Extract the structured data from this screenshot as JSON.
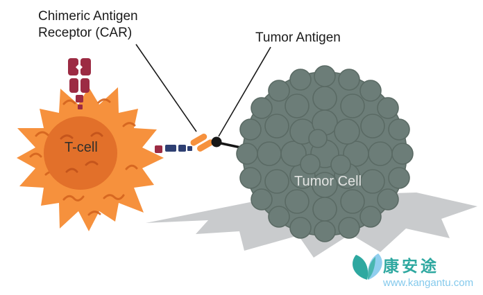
{
  "diagram": {
    "labels": {
      "car_line1": "Chimeric Antigen",
      "car_line2": "Receptor (CAR)",
      "tumor_antigen": "Tumor Antigen",
      "t_cell": "T-cell",
      "tumor_cell": "Tumor Cell"
    },
    "watermark": {
      "brand": "康安途",
      "url": "www.kangantu.com"
    },
    "colors": {
      "t_cell_body": "#F6913D",
      "t_cell_inner": "#E2702A",
      "t_cell_squiggle": "#D4641F",
      "receptor_maroon": "#9C2B43",
      "linker_navy": "#2E3F72",
      "scfv_orange": "#F6913D",
      "antigen_dot": "#161616",
      "tumor_body": "#6C7D78",
      "tumor_outline": "#5A6A64",
      "shadow_gray": "#C9CBCD",
      "pointer_line": "#1a1a1a",
      "watermark_teal": "#2EA8A0",
      "watermark_blue": "#84C9EC",
      "label_text": "#1a1a1a"
    }
  }
}
